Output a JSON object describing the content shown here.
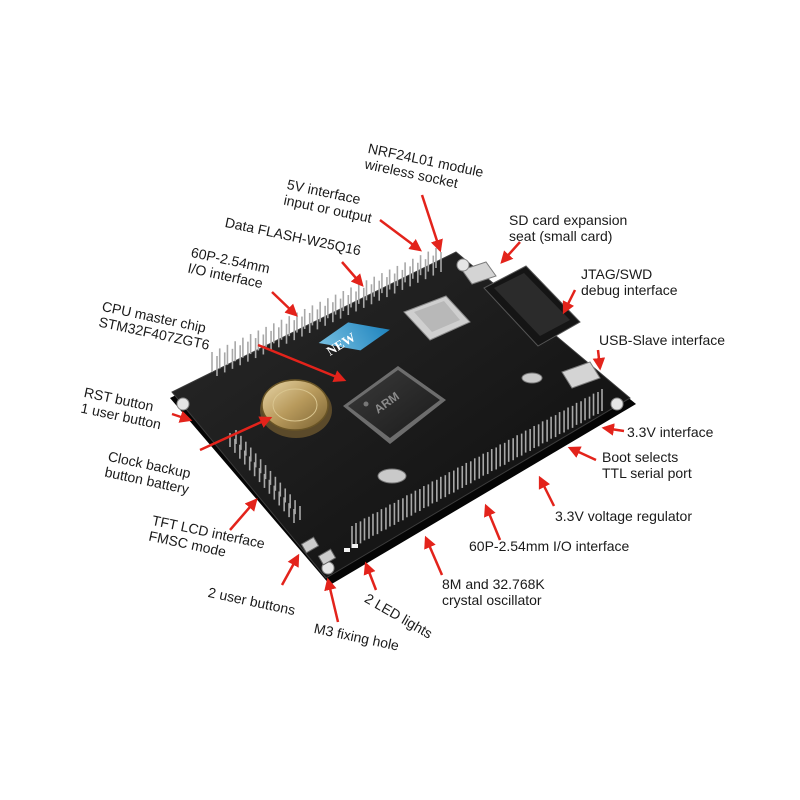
{
  "board": {
    "new_badge": "NEW",
    "chip_brand": "ARM",
    "accent_color": "#e3231b",
    "board_color": "#161616",
    "pin_color": "#a8a8a8"
  },
  "labels": {
    "nrf": {
      "l1": "NRF24L01 module",
      "l2": "wireless socket"
    },
    "v5": {
      "l1": "5V interface",
      "l2": "input or output"
    },
    "flash": {
      "l1": "Data FLASH-W25Q16"
    },
    "io_top": {
      "l1": "60P-2.54mm",
      "l2": "I/O interface"
    },
    "cpu": {
      "l1": "CPU master chip",
      "l2": "STM32F407ZGT6"
    },
    "rst": {
      "l1": "RST button",
      "l2": "1 user button"
    },
    "clock": {
      "l1": "Clock backup",
      "l2": "button battery"
    },
    "tft": {
      "l1": "TFT LCD interface",
      "l2": "FMSC mode"
    },
    "user2": {
      "l1": "2 user buttons"
    },
    "m3": {
      "l1": "M3 fixing hole"
    },
    "led": {
      "l1": "2 LED lights"
    },
    "crystal": {
      "l1": "8M and 32.768K",
      "l2": "crystal oscillator"
    },
    "io_bot": {
      "l1": "60P-2.54mm I/O interface"
    },
    "reg": {
      "l1": "3.3V voltage regulator"
    },
    "boot": {
      "l1": "Boot selects",
      "l2": "TTL serial port"
    },
    "v33": {
      "l1": "3.3V interface"
    },
    "usb": {
      "l1": "USB-Slave interface"
    },
    "jtag": {
      "l1": "JTAG/SWD",
      "l2": "debug interface"
    },
    "sd": {
      "l1": "SD card expansion",
      "l2": "seat (small card)"
    }
  }
}
